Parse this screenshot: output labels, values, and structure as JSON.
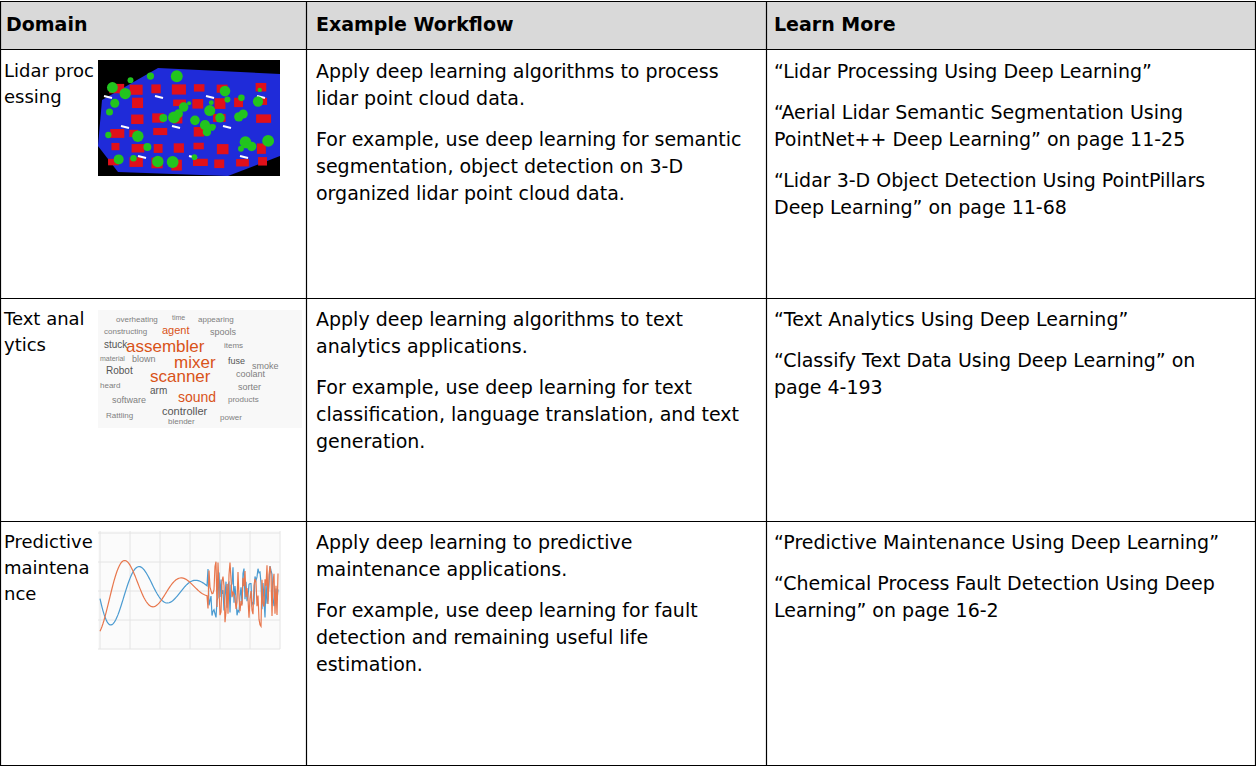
{
  "diagram": {
    "labels": [
      "Domain",
      "Example Workflow",
      "Learn More",
      "Lidar processing",
      "Apply deep learning algorithms to process lidar point cloud data.",
      "For example, use deep learning for semantic segmentation, object detection on 3-D organized lidar point cloud data.",
      "“Lidar Processing Using Deep Learning”",
      "“Aerial Lidar Semantic Segmentation Using PointNet++ Deep Learning” on page 11-25",
      "“Lidar 3-D Object Detection Using PointPillars Deep Learning” on page 11-68",
      "Text analytics",
      "Apply deep learning algorithms to text analytics applications.",
      "For example, use deep learning for text classification, language translation, and text generation.",
      "“Text Analytics Using Deep Learning”",
      "“Classify Text Data Using Deep Learning” on page 4-193",
      "Predictive maintenance",
      "Apply deep learning to predictive maintenance applications.",
      "For example, use deep learning for fault detection and remaining useful life estimation.",
      "“Predictive Maintenance Using Deep Learning”",
      "“Chemical Process Fault Detection Using Deep Learning” on page 16-2",
      "overheating",
      "time",
      "appearing",
      "constructing",
      "agent",
      "spools",
      "stuck",
      "assembler",
      "items",
      "material",
      "blown",
      "mixer",
      "fuse",
      "smoke",
      "Robot",
      "scanner",
      "coolant",
      "heard",
      "arm",
      "sorter",
      "software",
      "sound",
      "products",
      "controller",
      "Rattling",
      "blender",
      "power"
    ]
  }
}
